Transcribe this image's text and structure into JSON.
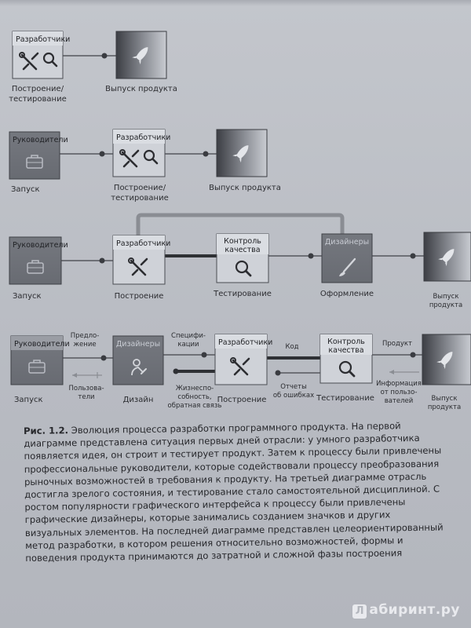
{
  "diagram": {
    "row1": {
      "box1_title": "Разработчики",
      "box1_label_l1": "Построение/",
      "box1_label_l2": "тестирование",
      "box2_label": "Выпуск продукта"
    },
    "row2": {
      "box1_title": "Руководители",
      "box1_label": "Запуск",
      "box2_title": "Разработчики",
      "box2_label_l1": "Построение/",
      "box2_label_l2": "тестирование",
      "box3_label": "Выпуск продукта"
    },
    "row3": {
      "box1_title": "Руководители",
      "box1_label": "Запуск",
      "box2_title": "Разработчики",
      "box2_label": "Построение",
      "box3_title_l1": "Контроль",
      "box3_title_l2": "качества",
      "box3_label": "Тестирование",
      "box4_title": "Дизайнеры",
      "box4_label": "Оформление",
      "box5_label_l1": "Выпуск",
      "box5_label_l2": "продукта"
    },
    "row4": {
      "box1_title": "Руководители",
      "box1_label": "Запуск",
      "box2_title": "Дизайнеры",
      "box2_label": "Дизайн",
      "box3_title": "Разработчики",
      "box3_label": "Построение",
      "box4_title_l1": "Контроль",
      "box4_title_l2": "качества",
      "box4_label": "Тестирование",
      "box5_label_l1": "Выпуск",
      "box5_label_l2": "продукта",
      "ann_proposal_l1": "Предло-",
      "ann_proposal_l2": "жение",
      "ann_users_l1": "Пользова-",
      "ann_users_l2": "тели",
      "ann_spec_l1": "Специфи-",
      "ann_spec_l2": "кации",
      "ann_viability_l1": "Жизнеспо-",
      "ann_viability_l2": "собность,",
      "ann_viability_l3": "обратная связь",
      "ann_code": "Код",
      "ann_reports_l1": "Отчеты",
      "ann_reports_l2": "об ошибках",
      "ann_product": "Продукт",
      "ann_userinfo_l1": "Информация",
      "ann_userinfo_l2": "от пользо-",
      "ann_userinfo_l3": "вателей"
    }
  },
  "caption": {
    "label": "Рис. 1.2.",
    "text": "Эволюция процесса разработки программного продукта. На первой диаграмме представлена ситуация первых дней отрасли: у умного разработчика появляется идея, он строит и тестирует продукт. Затем к процессу были привлечены профессиональные руководители, которые содействовали процессу преобразования рыночных возможностей в требования к продукту. На третьей диаграмме отрасль достигла зрелого состояния, и тестирование стало самостоятельной дисциплиной. С ростом популярности графического интерфейса к процессу были привлечены графические дизайнеры, которые занимались созданием значков и других визуальных элементов. На последней диаграмме представлен целеориентированный метод разработки, в котором решения относительно возможностей, формы и поведения продукта принимаются до затратной и сложной фазы построения"
  },
  "watermark": {
    "logo": "Л",
    "text": "абиринт.ру"
  }
}
